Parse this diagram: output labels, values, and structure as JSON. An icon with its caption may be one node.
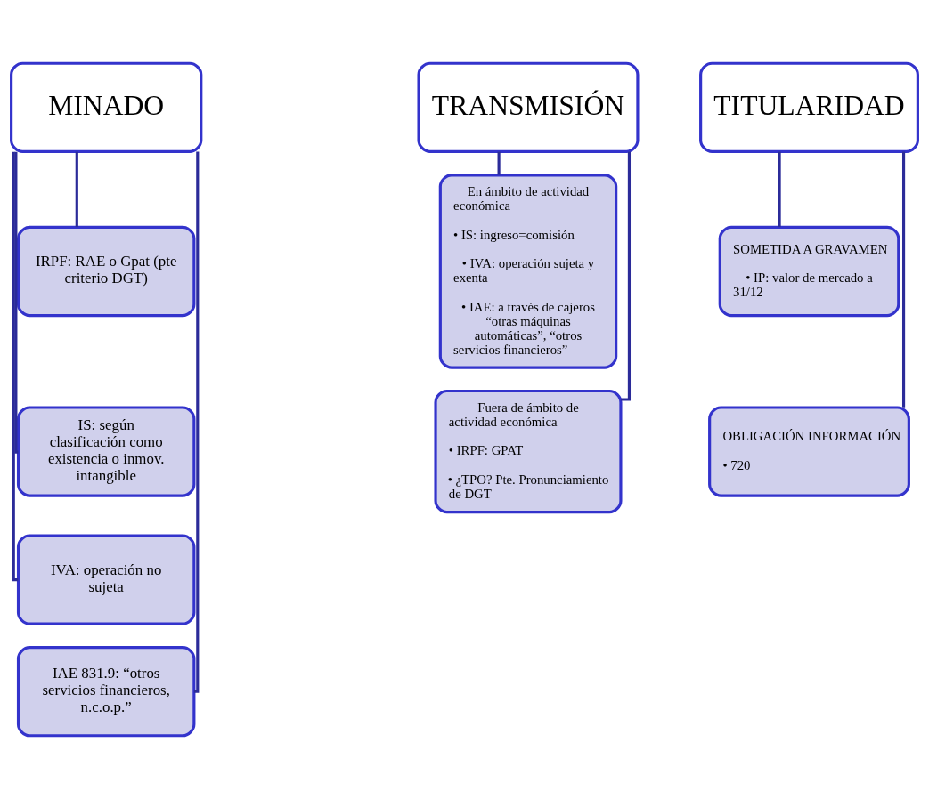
{
  "diagram": {
    "nodes": [
      {
        "text": [
          "MINADO"
        ]
      },
      {
        "text": [
          "IRPF: RAE o Gpat (pte criterio DGT)"
        ]
      },
      {
        "text": [
          "IS: según clasificación como existencia o inmov. intangible"
        ]
      },
      {
        "text": [
          "IVA: operación no sujeta"
        ]
      },
      {
        "text": [
          "IAE 831.9: “otros servicios financieros, n.c.o.p.”"
        ]
      },
      {
        "text": [
          "TRANSMISIÓN"
        ]
      },
      {
        "text": [
          "En ámbito de actividad económica",
          "• IS: ingreso=comisión",
          "• IVA: operación sujeta y exenta",
          "• IAE: a través de cajeros “otras máquinas automáticas”, “otros servicios financieros”"
        ]
      },
      {
        "text": [
          "Fuera de ámbito de actividad económica",
          "• IRPF: GPAT",
          "• ¿TPO? Pte. Pronunciamiento de DGT"
        ]
      },
      {
        "text": [
          "TITULARIDAD"
        ]
      },
      {
        "text": [
          "SOMETIDA A GRAVAMEN",
          "• IP: valor de mercado a 31/12"
        ]
      },
      {
        "text": [
          "OBLIGACIÓN INFORMACIÓN",
          "• 720"
        ]
      }
    ],
    "edges": [
      {
        "from": 0,
        "to": 1,
        "arrow": "none"
      },
      {
        "from": 0,
        "to": 2,
        "arrow": "none"
      },
      {
        "from": 0,
        "to": 3,
        "arrow": "none"
      },
      {
        "from": 0,
        "to": 4,
        "arrow": "none"
      },
      {
        "from": 5,
        "to": 6,
        "arrow": "none"
      },
      {
        "from": 5,
        "to": 7,
        "arrow": "none"
      },
      {
        "from": 8,
        "to": 9,
        "arrow": "none"
      },
      {
        "from": 8,
        "to": 10,
        "arrow": "none"
      }
    ]
  }
}
